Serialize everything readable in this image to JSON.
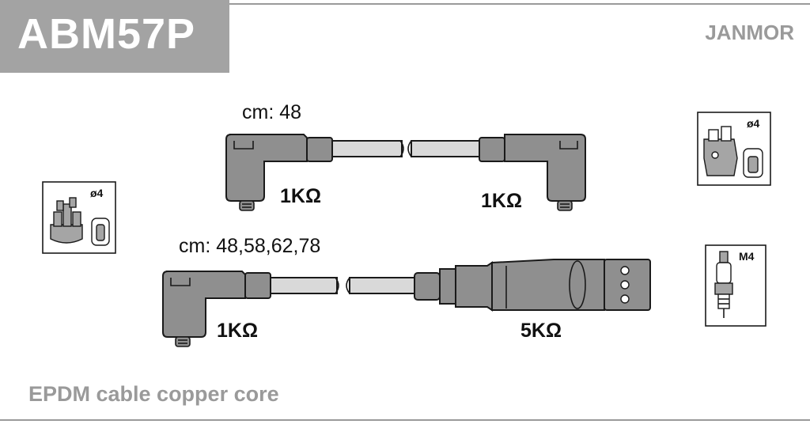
{
  "title": "ABM57P",
  "brand": "JANMOR",
  "footer": "EPDM cable copper core",
  "cable_top": {
    "length_label": "cm: 48",
    "left_resistance": "1KΩ",
    "right_resistance": "1KΩ"
  },
  "cable_bottom": {
    "length_label": "cm: 48,58,62,78",
    "left_resistance": "1KΩ",
    "right_resistance": "5KΩ"
  },
  "distributor_left": {
    "label": "ø4"
  },
  "distributor_right": {
    "label": "ø4"
  },
  "spark_plug": {
    "label": "M4"
  },
  "colors": {
    "title_bg": "#a3a3a3",
    "boot_fill": "#8f8f8f",
    "wire_fill": "#d7d7d7",
    "label_gray": "#9a9a9a"
  }
}
